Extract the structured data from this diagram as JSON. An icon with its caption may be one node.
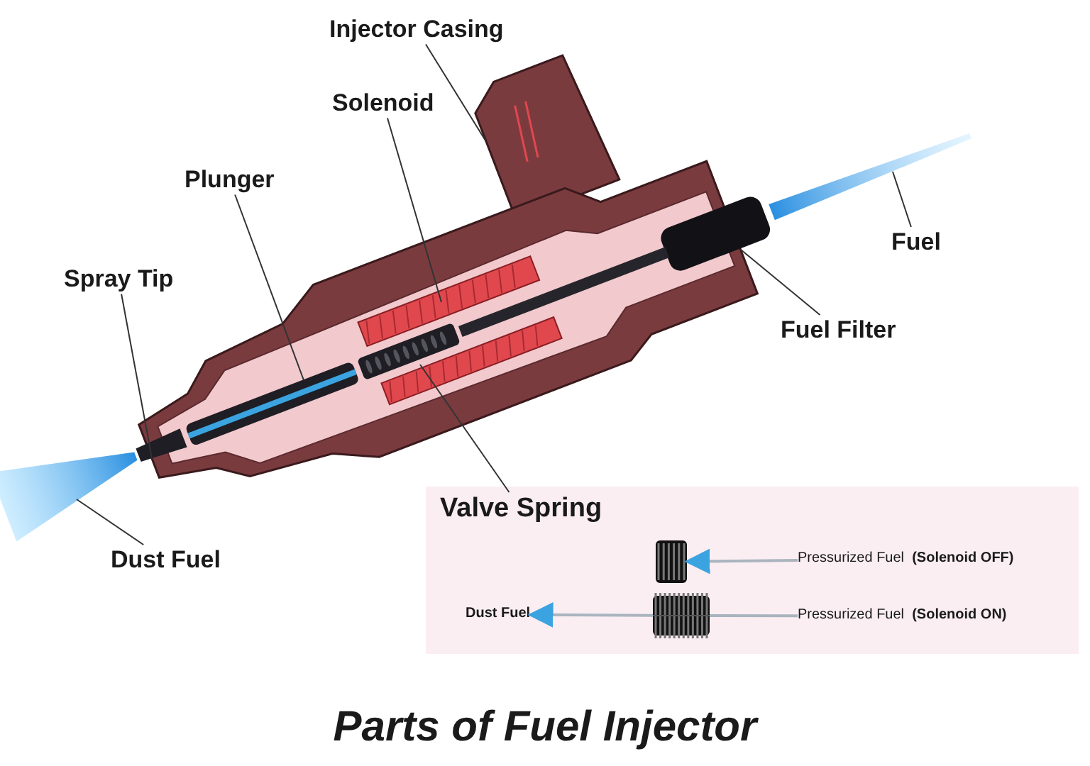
{
  "diagram": {
    "title": "Parts of Fuel Injector",
    "nodes": [
      {
        "text": [
          "Injector Casing"
        ]
      },
      {
        "text": [
          "Solenoid"
        ]
      },
      {
        "text": [
          "Plunger"
        ]
      },
      {
        "text": [
          "Spray Tip"
        ]
      },
      {
        "text": [
          "Fuel"
        ]
      },
      {
        "text": [
          "Fuel Filter"
        ]
      },
      {
        "text": [
          "Valve Spring"
        ],
        "in": 16
      },
      {
        "text": [
          "Dust Fuel"
        ]
      },
      {
        "text": [],
        "shape": "picture"
      },
      {
        "text": [],
        "shape": "picture",
        "in": 8
      },
      {
        "text": [],
        "shape": "picture",
        "in": 8
      },
      {
        "text": [],
        "shape": "picture",
        "in": 8
      },
      {
        "text": [],
        "shape": "picture"
      },
      {
        "text": [],
        "shape": "picture",
        "in": 8
      },
      {
        "text": [],
        "shape": "picture",
        "in": 8
      },
      {
        "text": [],
        "shape": "picture"
      },
      {
        "text": [],
        "shape": "box"
      },
      {
        "text": [
          "Dust Fuel"
        ],
        "in": 16
      },
      {
        "text": [],
        "shape": "picture",
        "in": 16
      },
      {
        "text": [
          "Pressurized Fuel  **(Solenoid OFF)**"
        ],
        "in": 16
      },
      {
        "text": [],
        "shape": "picture",
        "in": 16
      },
      {
        "text": [
          "Pressurized Fuel  **(Solenoid ON)**"
        ],
        "in": 16
      }
    ],
    "edges": [
      {
        "from": 0,
        "to": 8,
        "arrow": "none"
      },
      {
        "from": 1,
        "to": 9,
        "arrow": "none"
      },
      {
        "from": 2,
        "to": 10,
        "arrow": "none"
      },
      {
        "from": 3,
        "to": 11,
        "arrow": "none"
      },
      {
        "from": 4,
        "to": 12,
        "arrow": "none"
      },
      {
        "from": 5,
        "to": 13,
        "arrow": "none"
      },
      {
        "from": 6,
        "to": 14,
        "arrow": "none"
      },
      {
        "from": 7,
        "to": 15,
        "arrow": "none"
      },
      {
        "from": 19,
        "to": 18,
        "arrow": "to",
        "color": "#a9b4bf"
      },
      {
        "from": 21,
        "to": 20,
        "arrow": "none",
        "color": "#a9b4bf"
      },
      {
        "from": 20,
        "to": 17,
        "arrow": "to",
        "color": "#a9b4bf"
      }
    ]
  }
}
